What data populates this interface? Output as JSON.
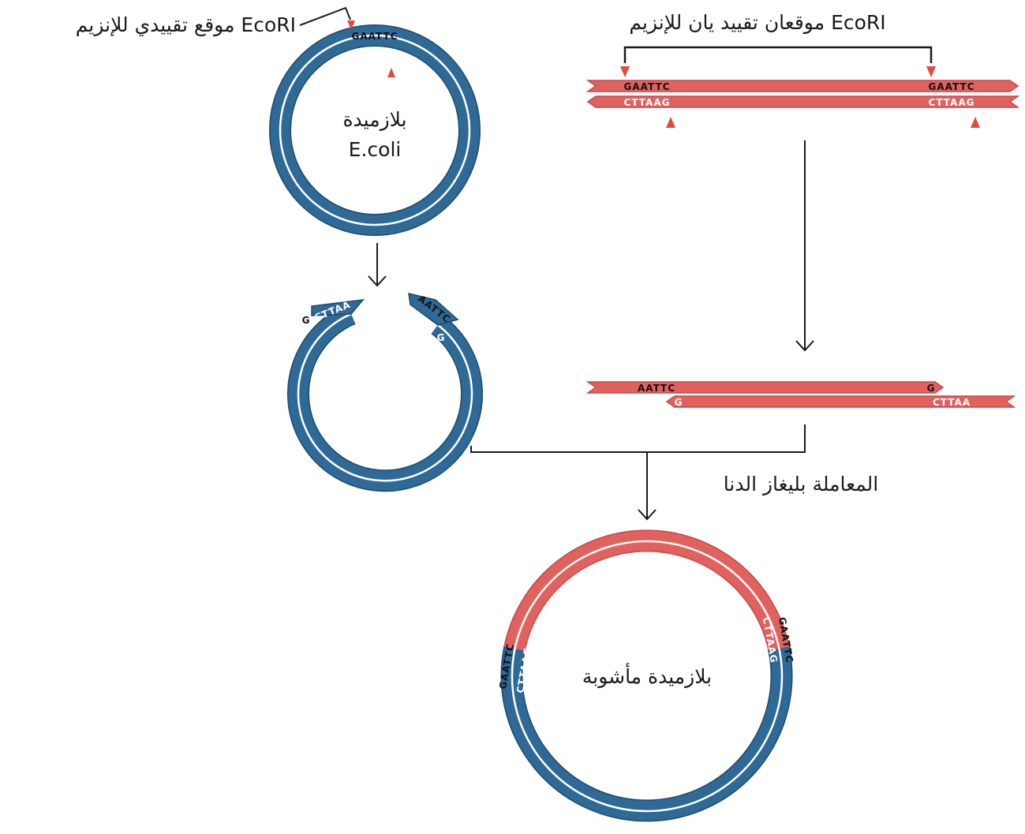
{
  "labels": {
    "plasmid_site": "موقع تقييدي للإنزيم EcoRI",
    "foreign_sites": "موقعان تقييد يان للإنزيم EcoRI",
    "plasmid_name_line1": "بلازميدة",
    "plasmid_name_line2": "E.coli",
    "ligase_step": "المعاملة بليغاز الدنا",
    "recombinant": "بلازميدة مأشوبة"
  },
  "sequences": {
    "top_site": "GAATTC",
    "bottom_site": "CTTAAG",
    "sticky_top": "AATTC",
    "sticky_bottom": "CTTAA",
    "single_base": "G"
  },
  "colors": {
    "plasmid_dna": "#2f6a96",
    "plasmid_outline": "#1d4a6c",
    "foreign_dna": "#e0625f",
    "foreign_outline": "#c8484a",
    "cut_marker": "#e24a3a",
    "arrow": "#1a1a1a"
  }
}
